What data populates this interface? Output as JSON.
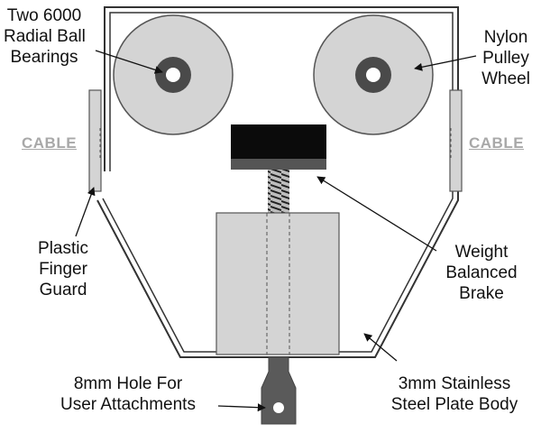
{
  "labels": {
    "bearings_line1": "Two 6000",
    "bearings_line2": "Radial Ball",
    "bearings_line3": "Bearings",
    "pulley_line1": "Nylon",
    "pulley_line2": "Pulley",
    "pulley_line3": "Wheel",
    "cable_left": "CABLE",
    "cable_right": "CABLE",
    "guard_line1": "Plastic",
    "guard_line2": "Finger",
    "guard_line3": "Guard",
    "brake_line1": "Weight",
    "brake_line2": "Balanced",
    "brake_line3": "Brake",
    "hole_line1": "8mm Hole For",
    "hole_line2": "User Attachments",
    "body_line1": "3mm Stainless",
    "body_line2": "Steel Plate Body"
  },
  "colors": {
    "wheel_fill": "#d4d4d4",
    "bearing_fill": "#4a4a4a",
    "brake_pad_fill": "#0b0b0b",
    "brake_base_fill": "#555555",
    "weight_block_fill": "#d4d4d4",
    "guard_fill": "#d4d4d4",
    "attachment_fill": "#5a5a5a",
    "outline": "#333333",
    "cable_text": "#a8a8a8"
  }
}
